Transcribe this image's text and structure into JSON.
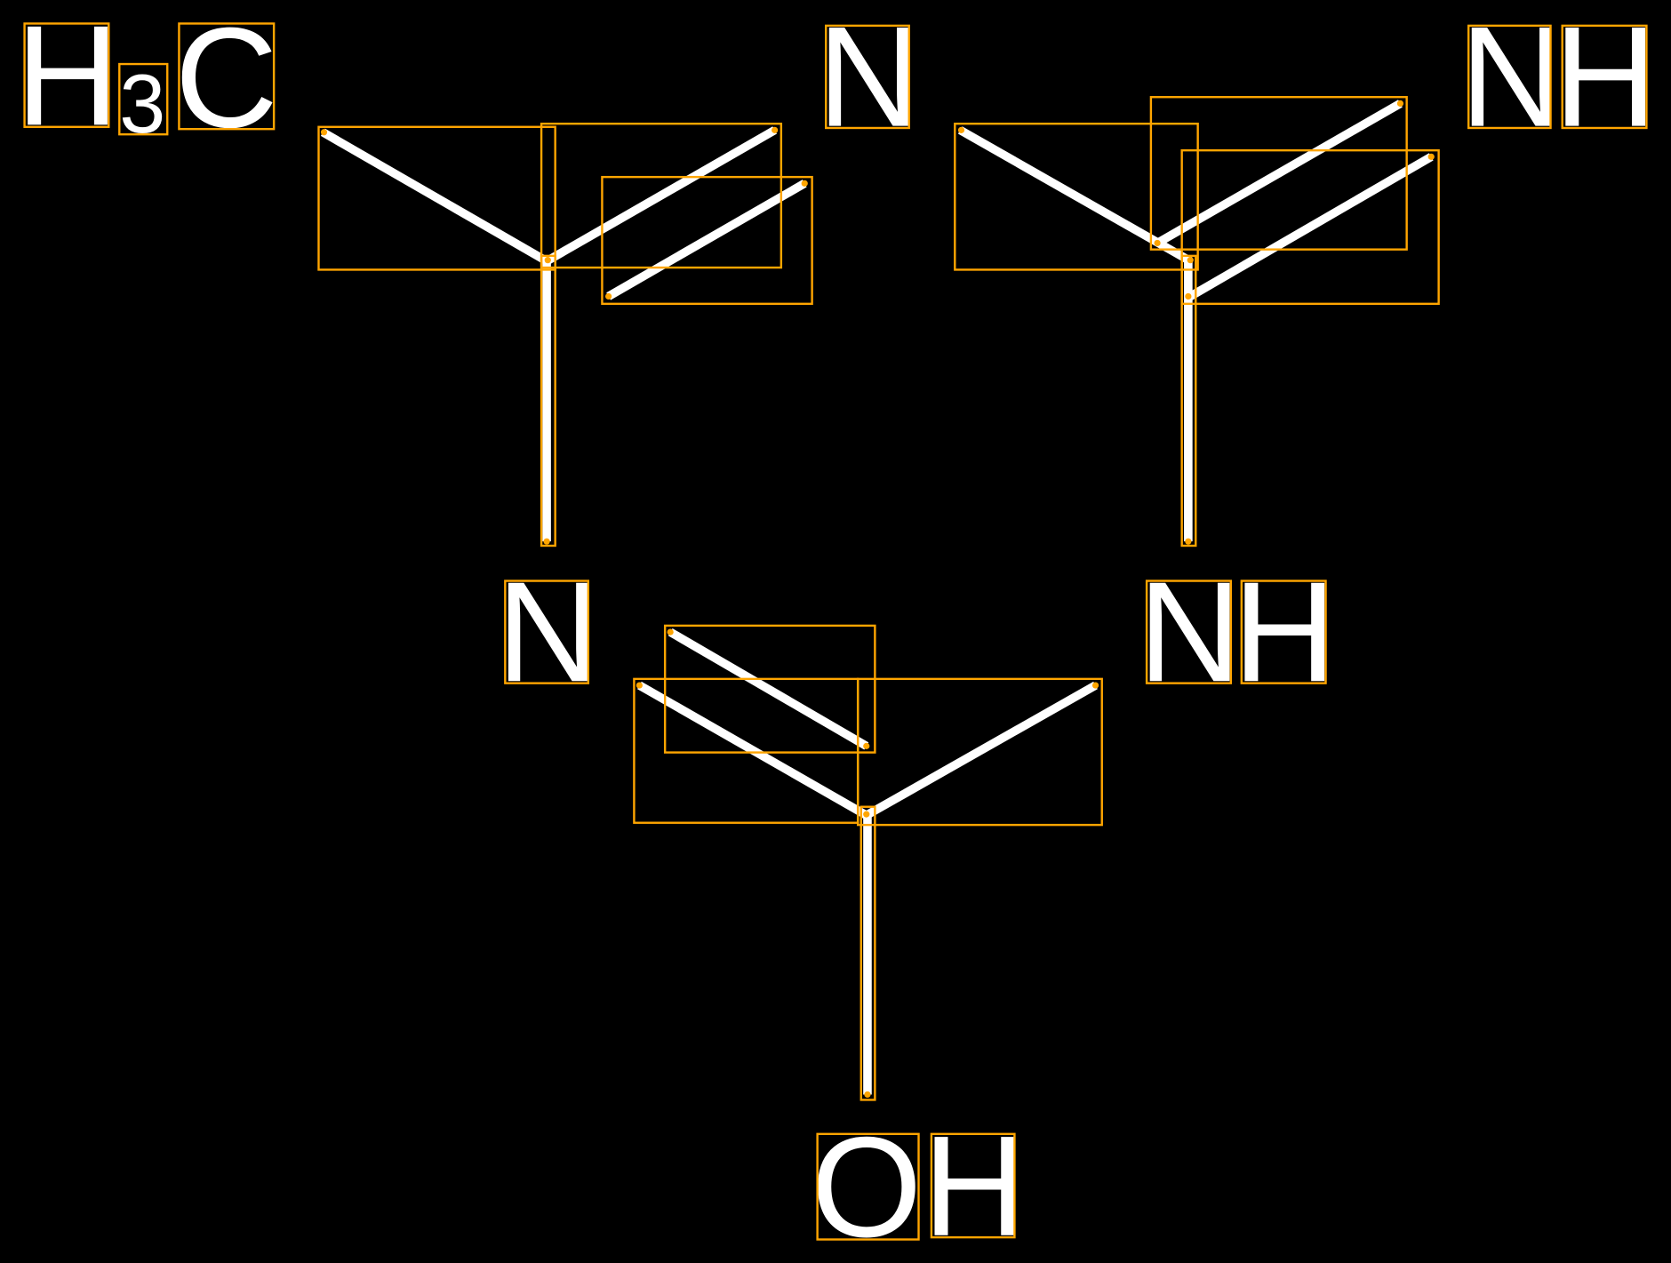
{
  "diagram": {
    "type": "chemical-structure-annotations",
    "colors": {
      "background": "#000000",
      "bond": "#ffffff",
      "annotation_box": "#ffa500"
    },
    "labels": {
      "methyl_h": "H",
      "methyl_sub": "3",
      "methyl_c": "C",
      "nitrile_top_n": "N",
      "nh_top_n": "N",
      "nh_top_h": "H",
      "nitrile_mid_n": "N",
      "nh_mid_n": "N",
      "nh_mid_h": "H",
      "oh_o": "O",
      "oh_h": "H"
    }
  }
}
